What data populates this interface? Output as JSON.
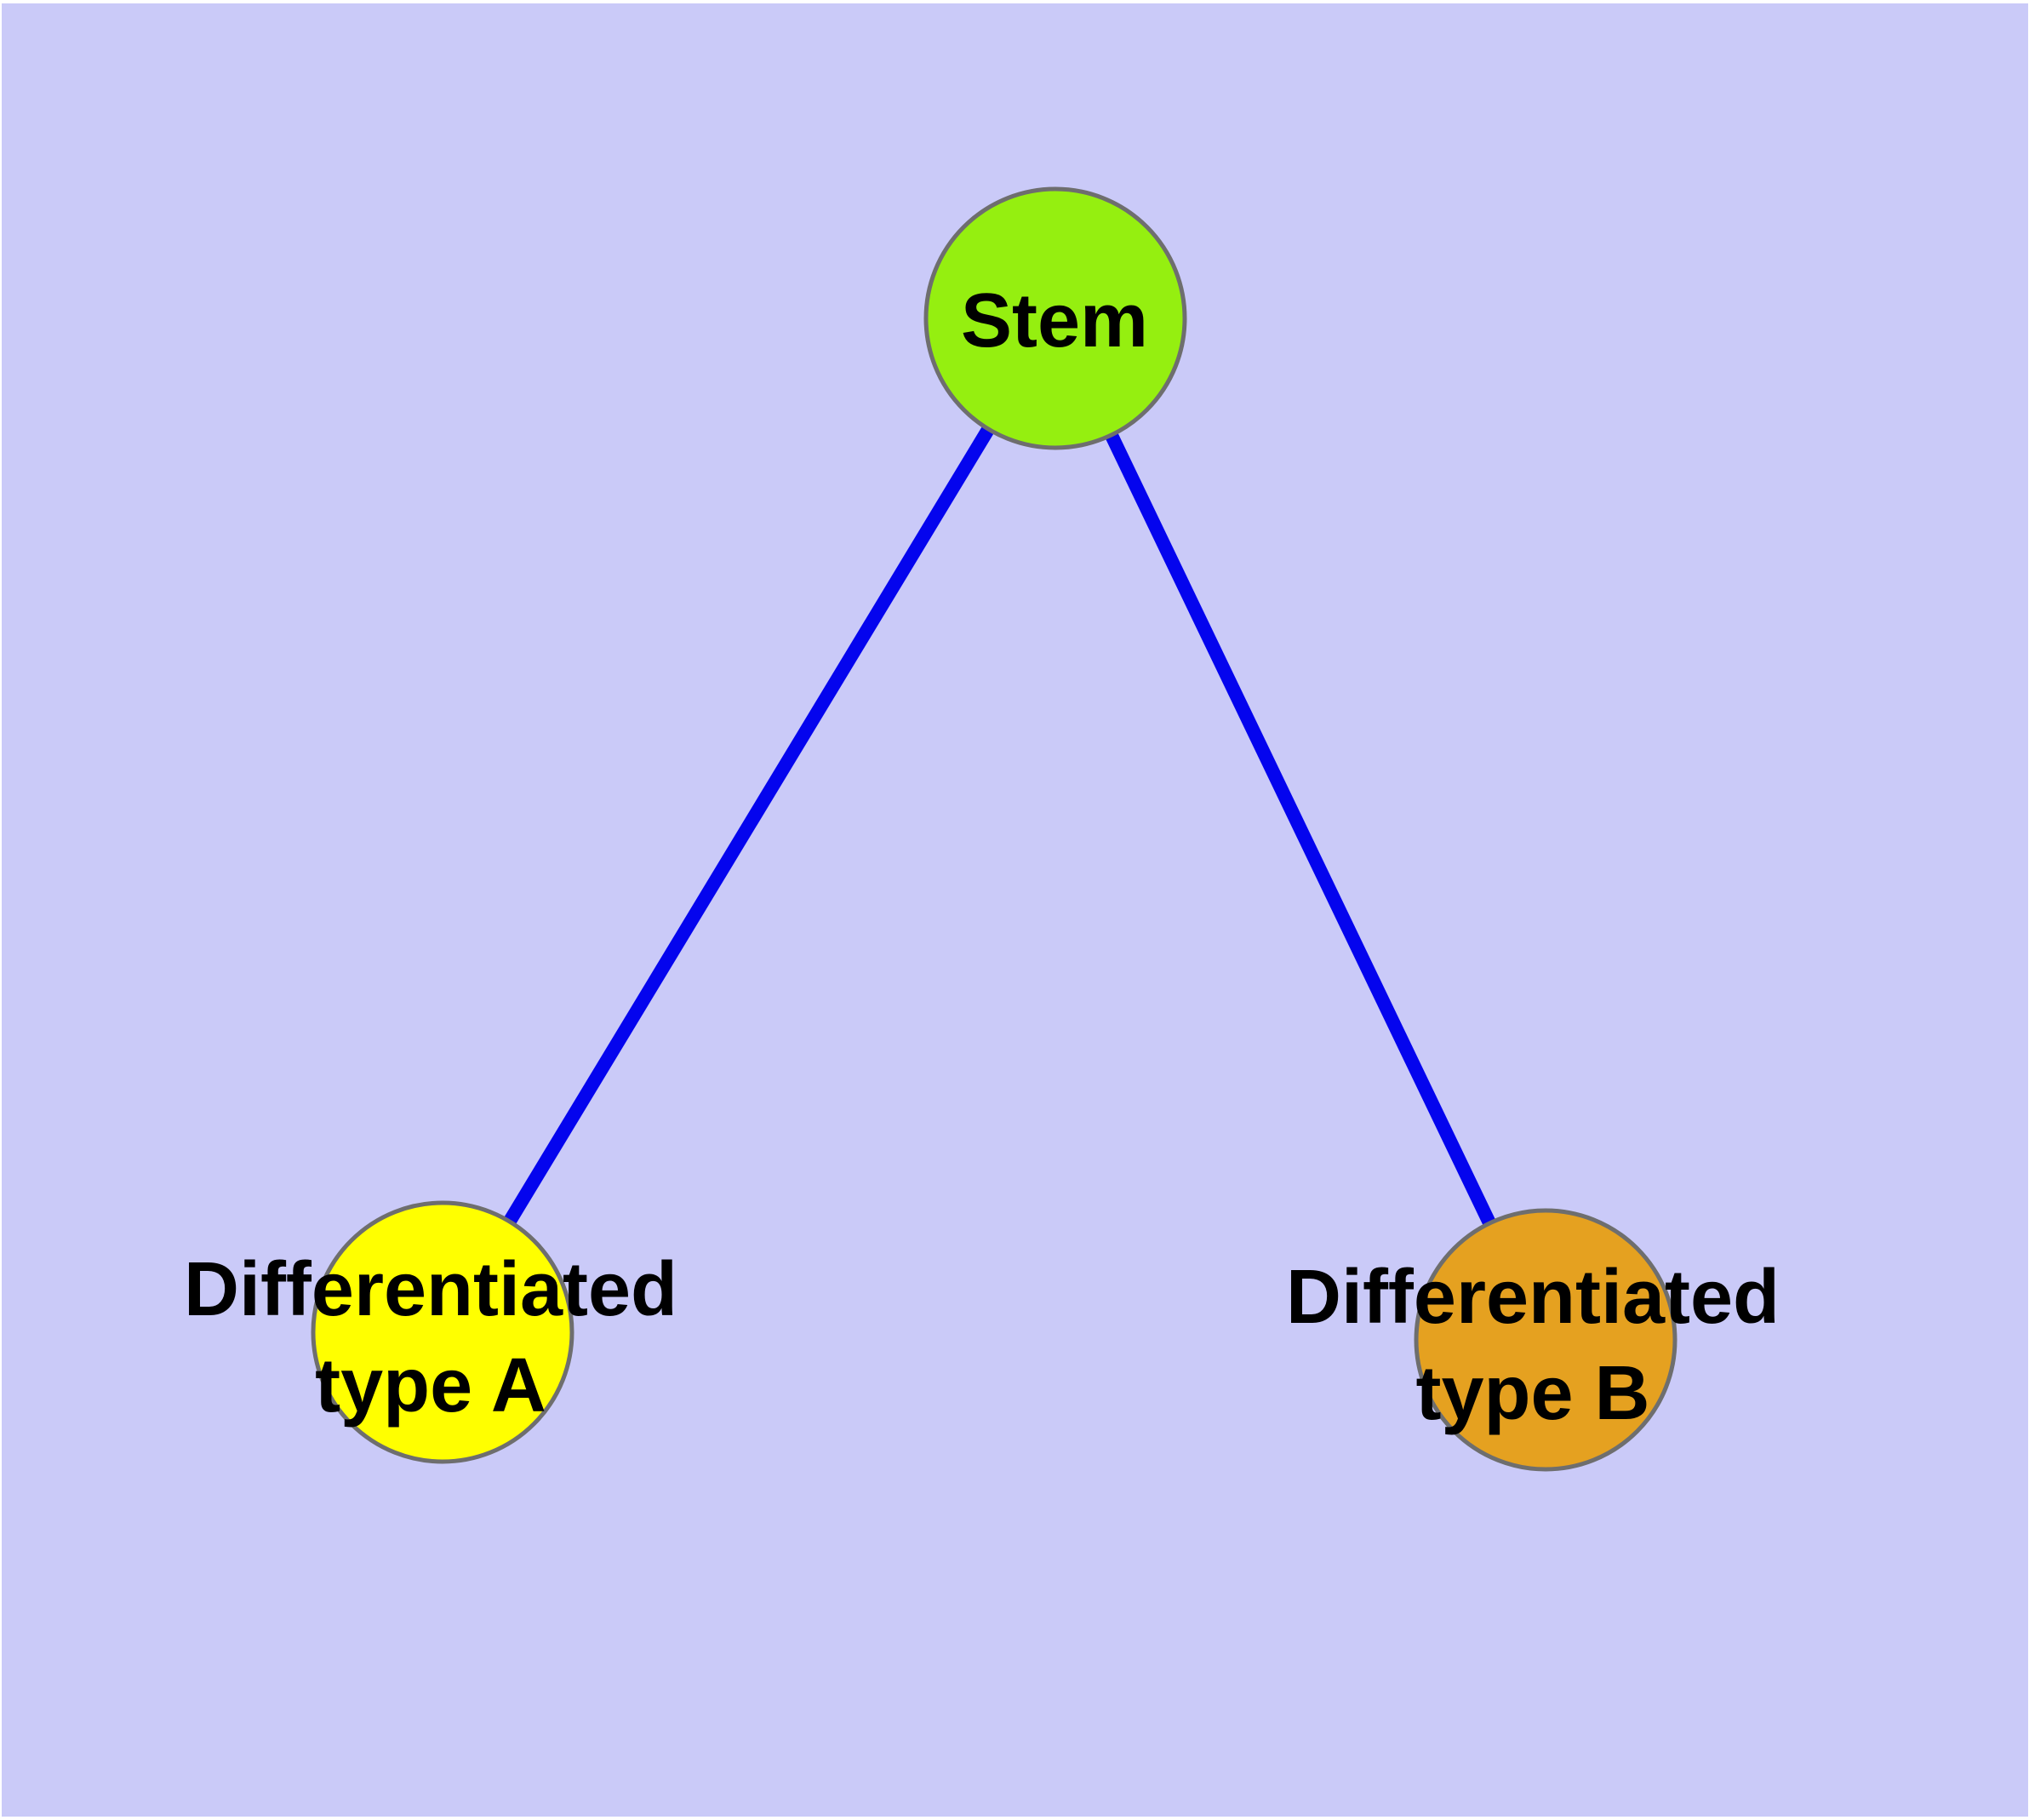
{
  "diagram": {
    "background_color": "#CACAF8",
    "page_color": "#FFFFFF",
    "edge_color": "#0404EE",
    "node_border_color": "#6E6E6E",
    "label_color": "#000000",
    "nodes": [
      {
        "id": "stem",
        "label_lines": [
          "Stem"
        ],
        "fill": "#95EF10"
      },
      {
        "id": "differentiated-type-a",
        "label_lines": [
          "Differentiated",
          "type A"
        ],
        "fill": "#FFFF00"
      },
      {
        "id": "differentiated-type-b",
        "label_lines": [
          "Differentiated",
          "type B"
        ],
        "fill": "#E5A120"
      }
    ],
    "edges": [
      {
        "from": "stem",
        "to": "differentiated-type-a"
      },
      {
        "from": "stem",
        "to": "differentiated-type-b"
      }
    ]
  }
}
